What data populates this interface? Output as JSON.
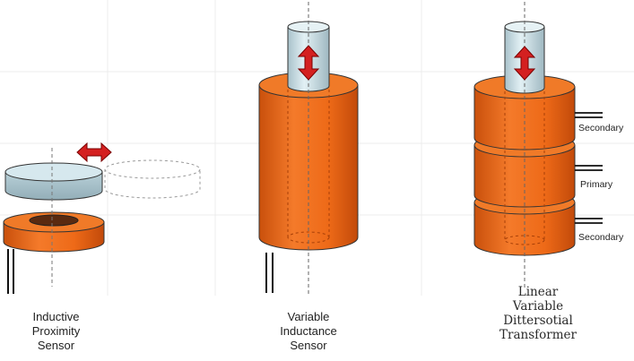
{
  "captions": {
    "proximity": [
      "Inductive",
      "Proximity",
      "Sensor"
    ],
    "inductance": [
      "Variable",
      "Inductance",
      "Sensor"
    ],
    "lvdt": [
      "Linear",
      "Variable",
      "Dittersotial",
      "Transformer"
    ]
  },
  "lvdt_labels": {
    "secondary_top": "Secondary",
    "primary": "Primary",
    "secondary_bottom": "Secondary"
  },
  "colors": {
    "coil": "#f06a1a",
    "coil_dark": "#c9500c",
    "core": "#cfe3ea",
    "arrow": "#d42020"
  }
}
